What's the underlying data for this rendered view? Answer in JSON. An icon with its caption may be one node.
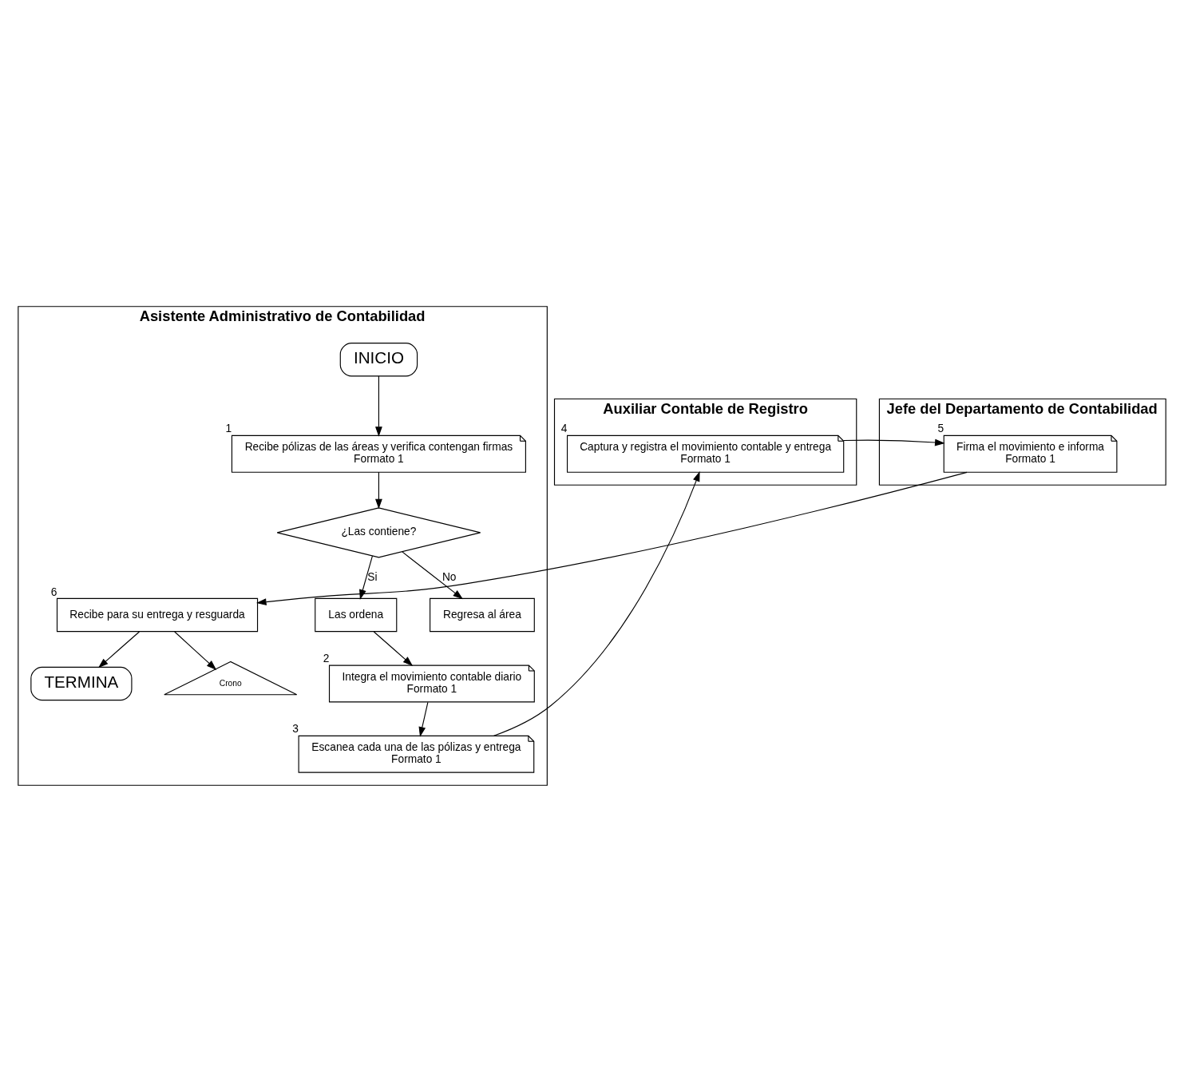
{
  "diagram": {
    "nodes": [
      {
        "text": [
          "Asistente Administrativo de Contabilidad"
        ]
      },
      {
        "text": [
          "Auxiliar Contable de Registro"
        ]
      },
      {
        "text": [
          "Jefe del Departamento de Contabilidad"
        ]
      },
      {
        "text": [
          "INICIO"
        ],
        "in": 0
      },
      {
        "text": [
          "Recibe pólizas de las áreas y verifica contengan firmas",
          "Formato 1"
        ],
        "beside": [
          "1"
        ],
        "in": 0
      },
      {
        "text": [
          "¿Las contiene?"
        ],
        "in": 0
      },
      {
        "text": [
          "Las ordena"
        ],
        "in": 0
      },
      {
        "text": [
          "Regresa al área"
        ],
        "in": 0
      },
      {
        "text": [
          "Integra el movimiento contable diario",
          "Formato 1"
        ],
        "beside": [
          "2"
        ],
        "in": 0
      },
      {
        "text": [
          "Escanea cada una de las pólizas y entrega",
          "Formato 1"
        ],
        "beside": [
          "3"
        ],
        "in": 0
      },
      {
        "text": [
          "Captura y registra el movimiento contable y entrega",
          "Formato 1"
        ],
        "beside": [
          "4"
        ],
        "in": 1
      },
      {
        "text": [
          "Firma el movimiento e informa",
          "Formato 1"
        ],
        "beside": [
          "5"
        ],
        "in": 2
      },
      {
        "text": [
          "Recibe para su entrega y resguarda"
        ],
        "beside": [
          "6"
        ],
        "in": 0
      },
      {
        "text": [
          "TERMINA"
        ],
        "in": 0
      },
      {
        "text": [
          "Crono"
        ],
        "in": 0
      }
    ],
    "edges": [
      {
        "from": 3,
        "to": 4,
        "arrow": "to"
      },
      {
        "from": 4,
        "to": 5,
        "arrow": "to"
      },
      {
        "from": 5,
        "to": 6,
        "label": "Si",
        "arrow": "to"
      },
      {
        "from": 5,
        "to": 7,
        "label": "No",
        "arrow": "to"
      },
      {
        "from": 6,
        "to": 8,
        "arrow": "to"
      },
      {
        "from": 8,
        "to": 9,
        "arrow": "to"
      },
      {
        "from": 9,
        "to": 10,
        "arrow": "to"
      },
      {
        "from": 10,
        "to": 11,
        "arrow": "to"
      },
      {
        "from": 11,
        "to": 12,
        "arrow": "to"
      },
      {
        "from": 12,
        "to": 13,
        "arrow": "to"
      },
      {
        "from": 12,
        "to": 14,
        "arrow": "to"
      }
    ]
  }
}
